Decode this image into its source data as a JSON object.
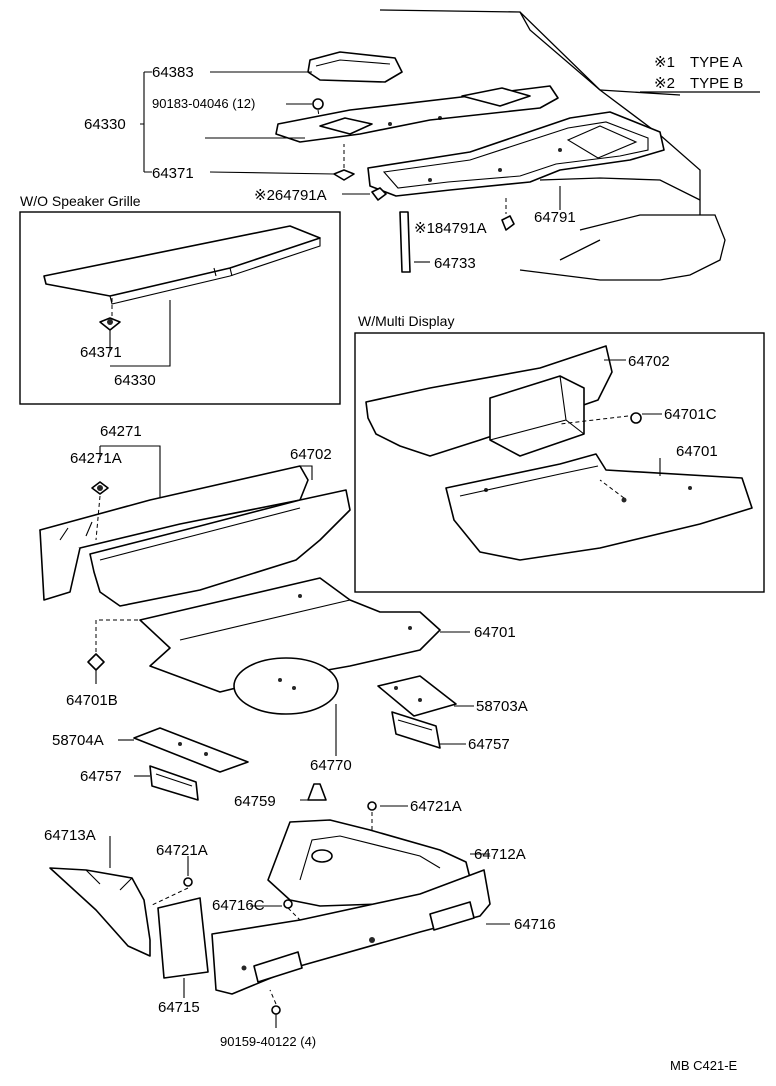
{
  "legend": {
    "type_a_mark": "※1",
    "type_a_label": "TYPE A",
    "type_b_mark": "※2",
    "type_b_label": "TYPE B"
  },
  "sections": {
    "without_speaker_grille": "W/O Speaker Grille",
    "with_multi_display": "W/Multi Display"
  },
  "labels": {
    "p64383": "64383",
    "p90183": "90183-04046 (12)",
    "p64330_top": "64330",
    "p64371_top": "64371",
    "p64791A_b": "※264791A",
    "p64791": "64791",
    "p64791A_a": "※184791A",
    "p64733": "64733",
    "p64371_box": "64371",
    "p64330_box": "64330",
    "p64702_md": "64702",
    "p64701C": "64701C",
    "p64701_md": "64701",
    "p64271": "64271",
    "p64271A": "64271A",
    "p64702": "64702",
    "p64701": "64701",
    "p64701B": "64701B",
    "p58703A": "58703A",
    "p58704A": "58704A",
    "p64757_r": "64757",
    "p64770": "64770",
    "p64757_l": "64757",
    "p64759": "64759",
    "p64721A_r": "64721A",
    "p64713A": "64713A",
    "p64721A_l": "64721A",
    "p64712A": "64712A",
    "p64716C": "64716C",
    "p64716": "64716",
    "p64715": "64715",
    "p90159": "90159-40122 (4)"
  },
  "diagram_code": "MB C421-E"
}
